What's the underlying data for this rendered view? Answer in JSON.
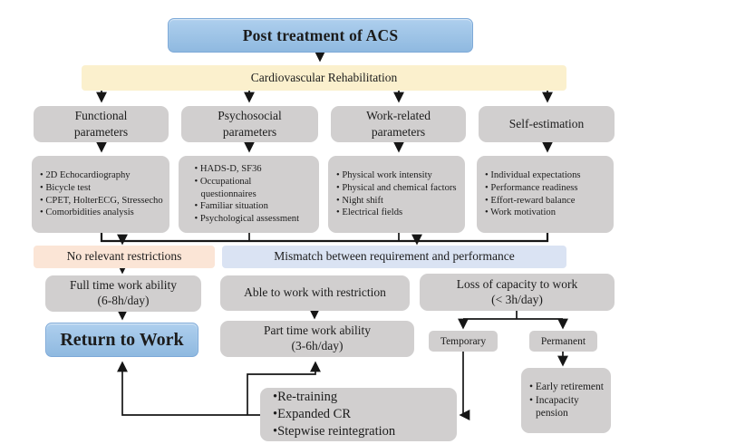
{
  "flow": {
    "title": "Post treatment of ACS",
    "rehab_label": "Cardiovascular Rehabilitation",
    "columns": [
      {
        "header": "Functional parameters",
        "items": [
          "2D Echocardiography",
          "Bicycle test",
          "CPET, HolterECG, Stressecho",
          "Comorbidities analysis"
        ]
      },
      {
        "header": "Psychosocial parameters",
        "items": [
          "HADS-D, SF36",
          "Occupational questionnaires",
          "Familiar situation",
          "Psychological assessment"
        ]
      },
      {
        "header": "Work-related parameters",
        "items": [
          "Physical work intensity",
          "Physical and chemical factors",
          "Night shift",
          "Electrical fields"
        ]
      },
      {
        "header": "Self-estimation",
        "items": [
          "Individual expectations",
          "Performance readiness",
          "Effort-reward balance",
          "Work motivation"
        ]
      }
    ],
    "outcomes": {
      "no_restrictions": "No relevant restrictions",
      "mismatch": "Mismatch between requirement and performance",
      "full_time": {
        "line1": "Full time work ability",
        "line2": "(6-8h/day)"
      },
      "return_to_work": "Return to Work",
      "able_restriction": "Able to work with restriction",
      "part_time": {
        "line1": "Part time work ability",
        "line2": "(3-6h/day)"
      },
      "loss_capacity": {
        "line1": "Loss of capacity to work",
        "line2": "(< 3h/day)"
      },
      "temporary": "Temporary",
      "permanent": "Permanent",
      "retraining_items": [
        "Re-training",
        "Expanded CR",
        "Stepwise reintegration"
      ],
      "pension_items": [
        "Early retirement",
        "Incapacity pension"
      ]
    },
    "colors": {
      "primary_blue": "#9dc3e6",
      "cream": "#fbf0cd",
      "gray": "#d1cfcf",
      "peach": "#fbe5d6",
      "light_blue": "#dae3f3",
      "line": "#161616"
    }
  }
}
